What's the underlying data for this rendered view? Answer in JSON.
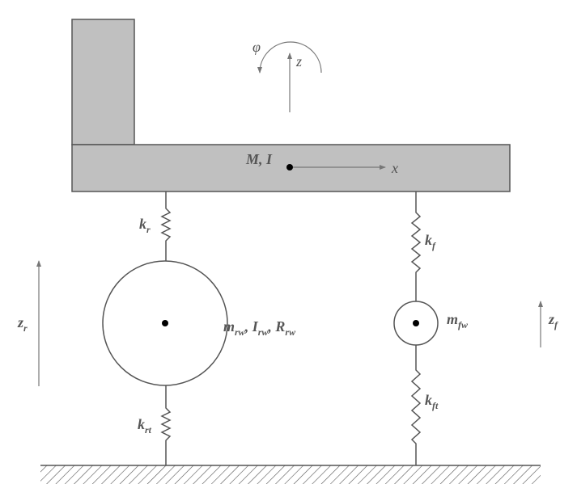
{
  "labels": {
    "phi": "φ",
    "z": "z",
    "body_M": "M",
    "body_sep": ", ",
    "body_I": "I",
    "x": "x",
    "k_r_main": "k",
    "k_r_sub": "r",
    "k_f_main": "k",
    "k_f_sub": "f",
    "z_r_main": "z",
    "z_r_sub": "r",
    "z_f_main": "z",
    "z_f_sub": "f",
    "rear_wheel_m": "m",
    "rear_wheel_m_sub": "rw",
    "rear_wheel_I": "I",
    "rear_wheel_I_sub": "rw",
    "rear_wheel_R": "R",
    "rear_wheel_R_sub": "rw",
    "rear_wheel_sep": ", ",
    "front_wheel_m": "m",
    "front_wheel_m_sub": "fw",
    "k_rt_main": "k",
    "k_rt_sub": "rt",
    "k_ft_main": "k",
    "k_ft_sub": "ft"
  },
  "colors": {
    "body_fill": "#c0c0c0",
    "stroke": "#555555",
    "line": "#666666",
    "text": "#555555"
  }
}
